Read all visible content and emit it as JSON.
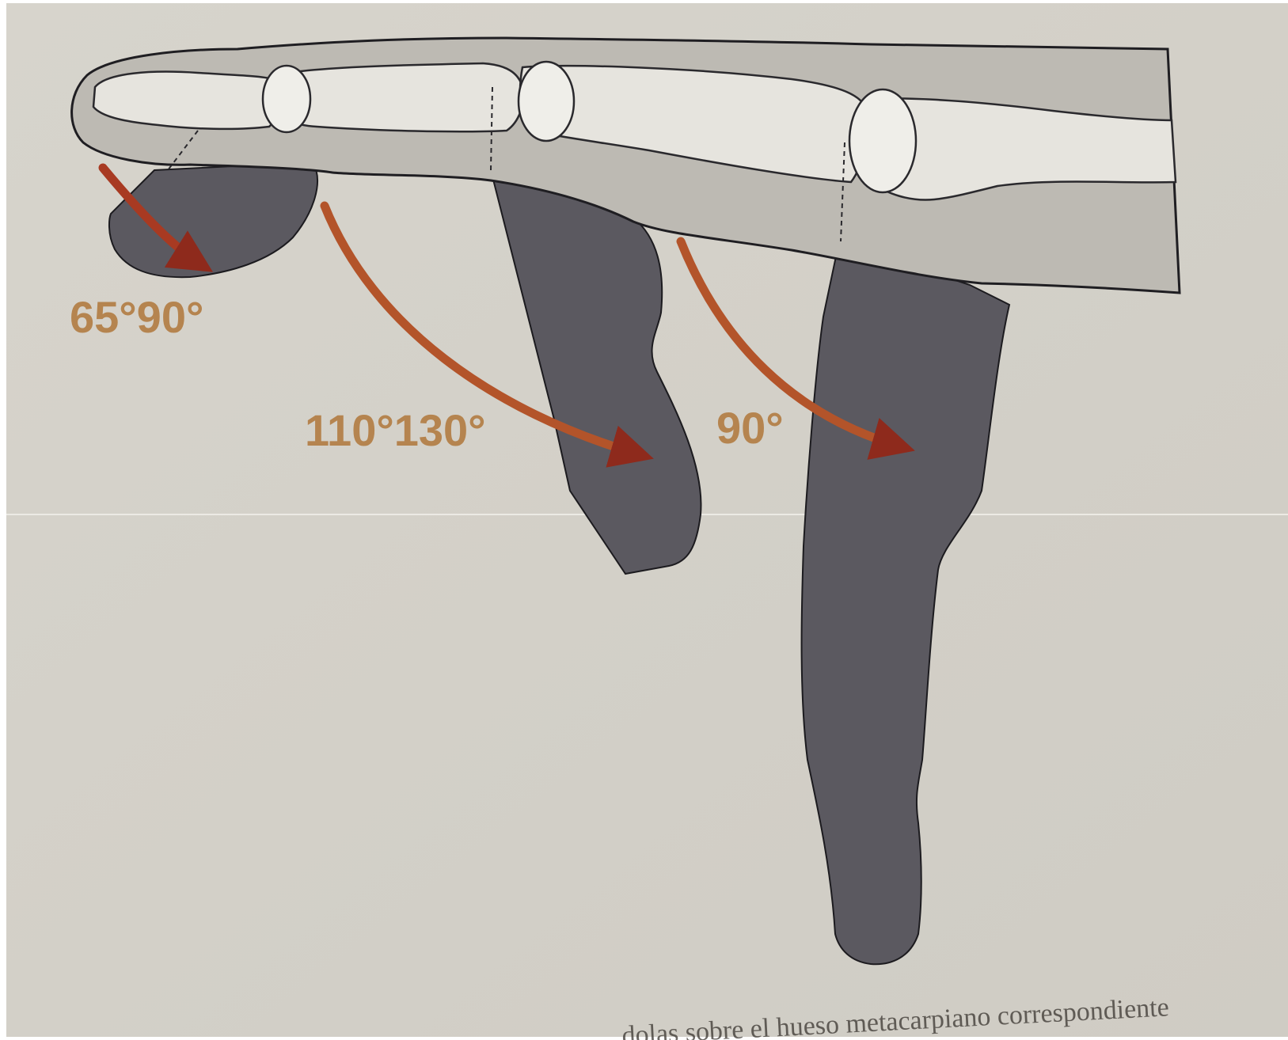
{
  "figure": {
    "labels": {
      "dip_flexion": "65°90°",
      "pip_flexion": "110°130°",
      "mcp_flexion": "90°"
    },
    "caption_fragment": "...dolas sobre el hueso metacarpiano correspondiente",
    "colors": {
      "paper": "#d3d0c8",
      "shadow": "#5b5960",
      "bone": "#e6e4de",
      "arrow": "#b3542a",
      "label": "#b0773a"
    }
  }
}
